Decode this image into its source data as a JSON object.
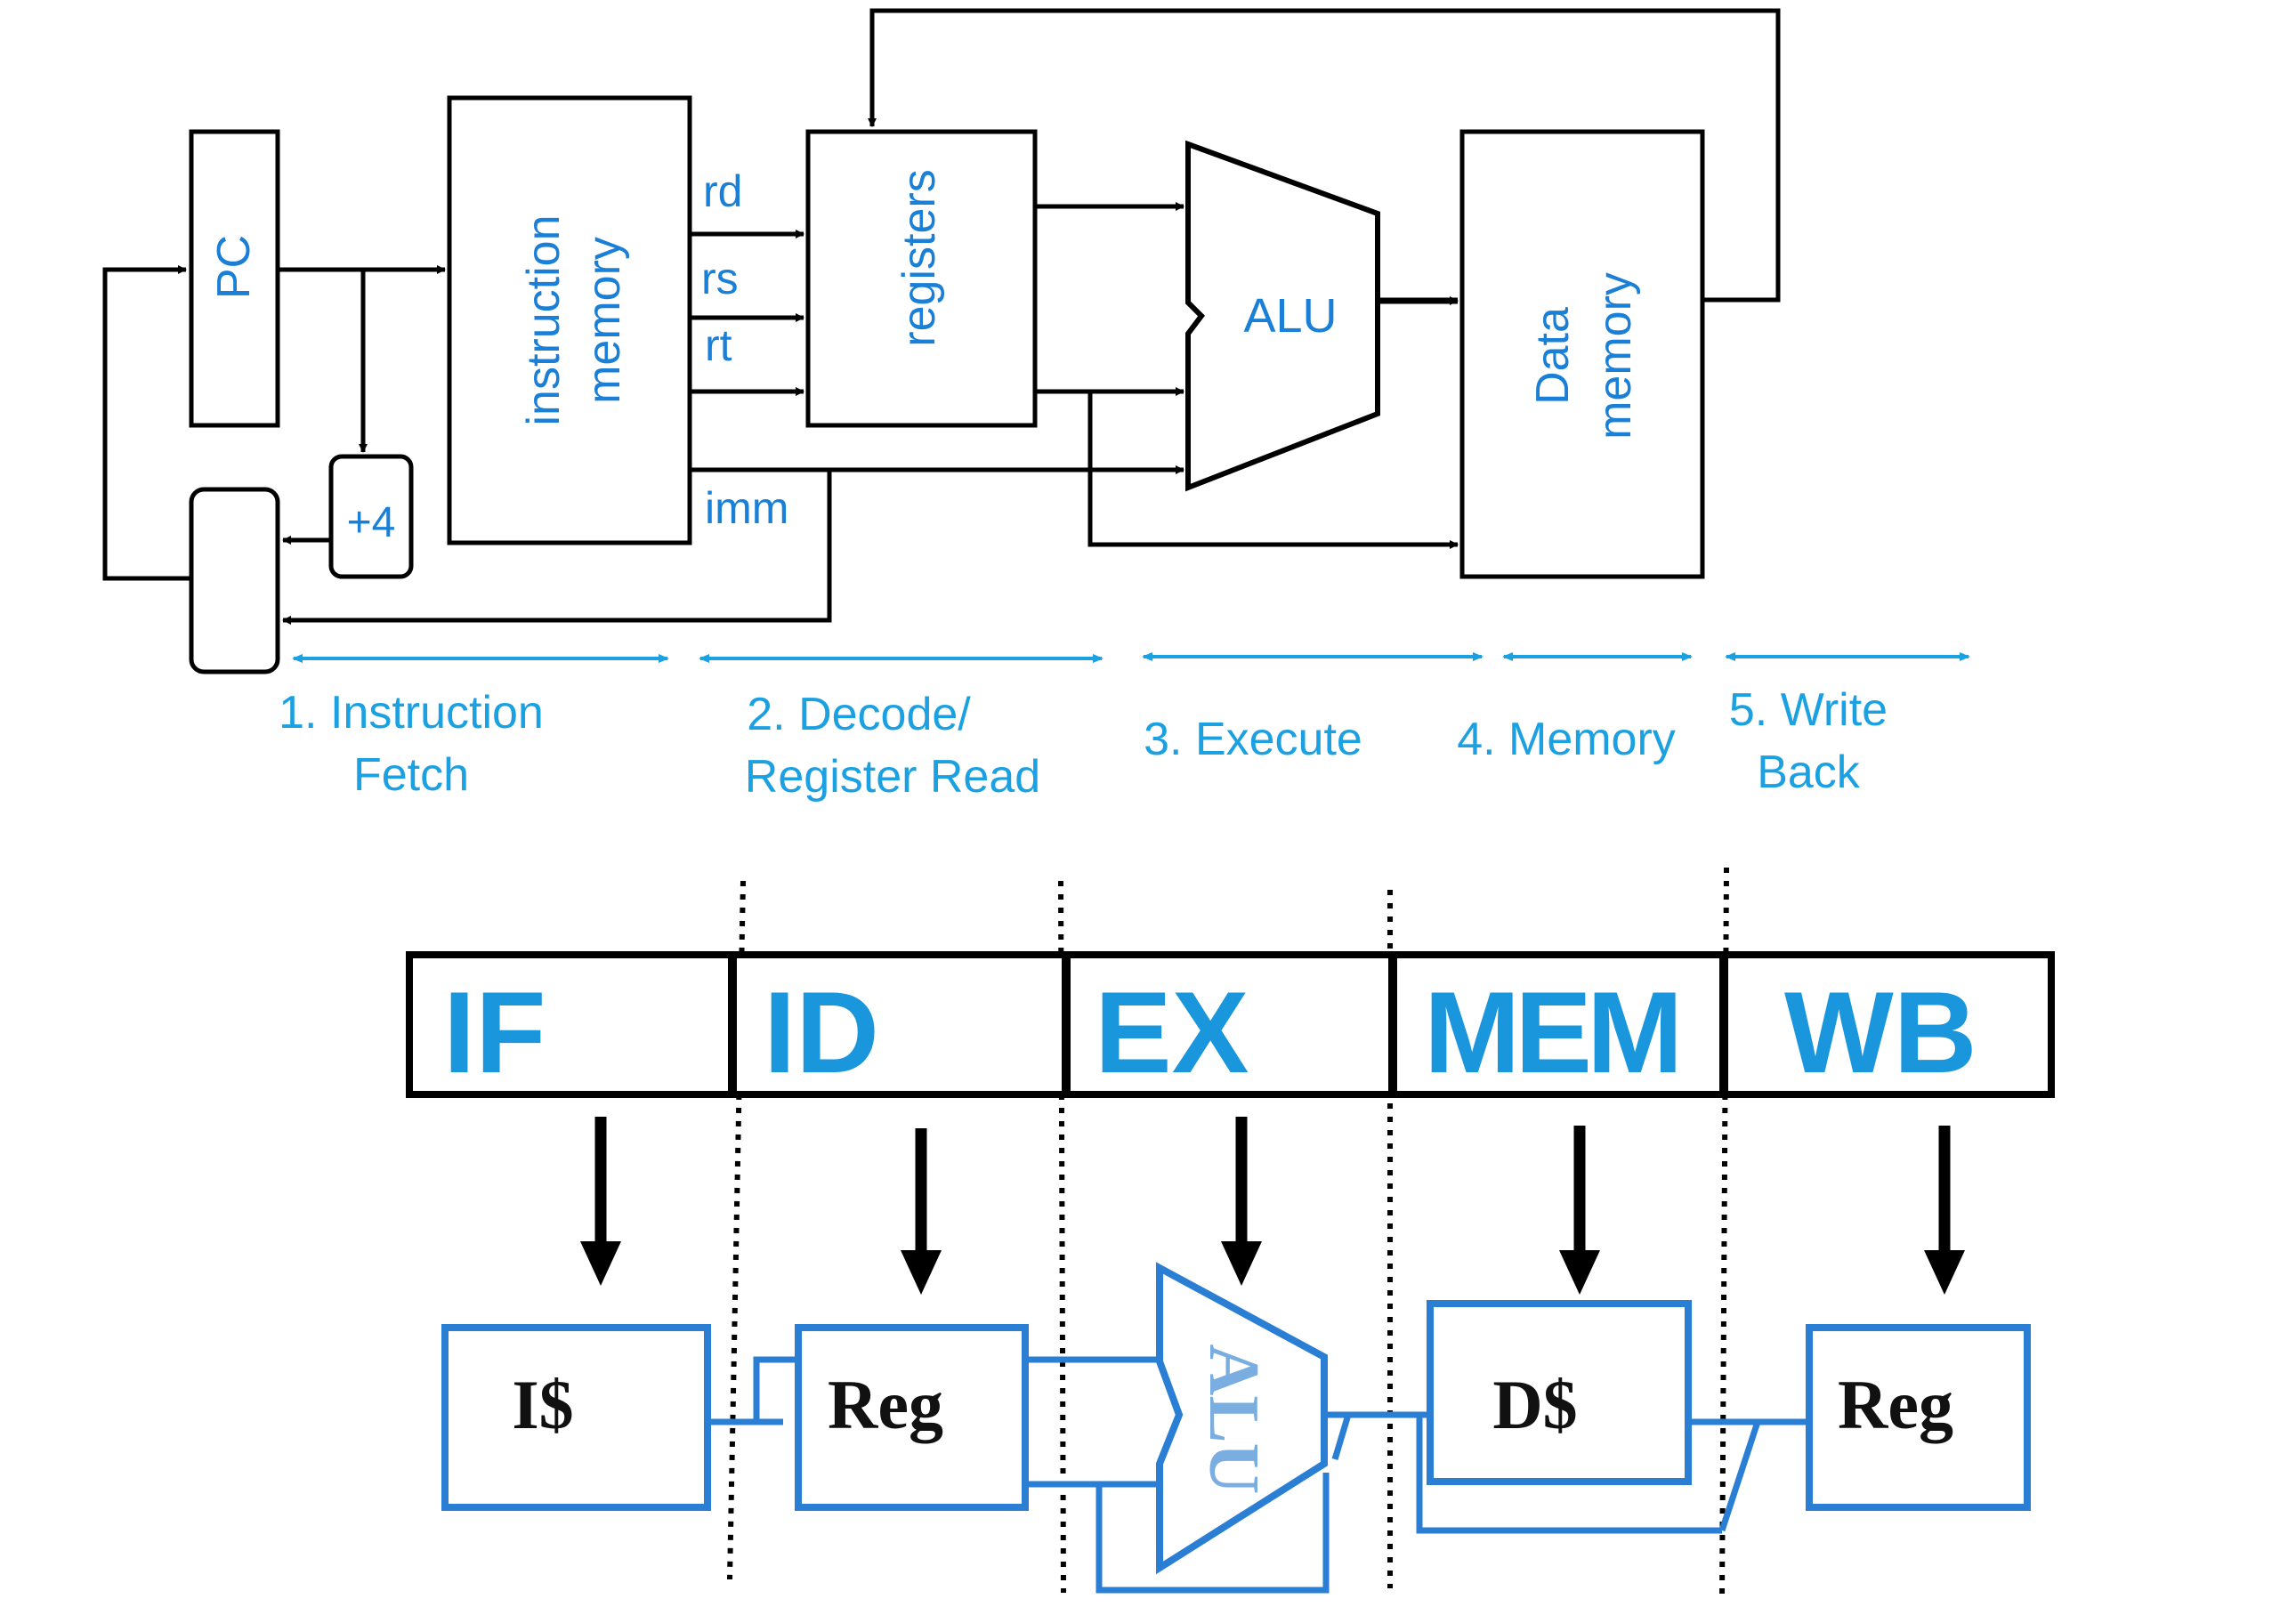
{
  "top_datapath": {
    "blocks": {
      "pc": "PC",
      "instruction_memory_line1": "instruction",
      "instruction_memory_line2": "memory",
      "registers": "registers",
      "alu": "ALU",
      "data_memory_line1": "Data",
      "data_memory_line2": "memory",
      "plus4": "+4"
    },
    "signals": {
      "rd": "rd",
      "rs": "rs",
      "rt": "rt",
      "imm": "imm"
    },
    "stages": [
      {
        "line1": "1. Instruction",
        "line2": "Fetch"
      },
      {
        "line1": "2. Decode/",
        "line2": "Register Read"
      },
      {
        "line1": "3. Execute",
        "line2": ""
      },
      {
        "line1": "4. Memory",
        "line2": ""
      },
      {
        "line1": "5. Write",
        "line2": "Back"
      }
    ]
  },
  "pipeline": {
    "stages": [
      "IF",
      "ID",
      "EX",
      "MEM",
      "WB"
    ],
    "units": {
      "icache": "I$",
      "reg_read": "Reg",
      "alu": "ALU",
      "dcache": "D$",
      "reg_write": "Reg"
    }
  },
  "colors": {
    "text_blue": "#1a7fd6",
    "label_blue": "#1ba1e2",
    "pipeline_blue": "#1a96dc",
    "unit_blue": "#2a7fd4",
    "black": "#000000"
  }
}
